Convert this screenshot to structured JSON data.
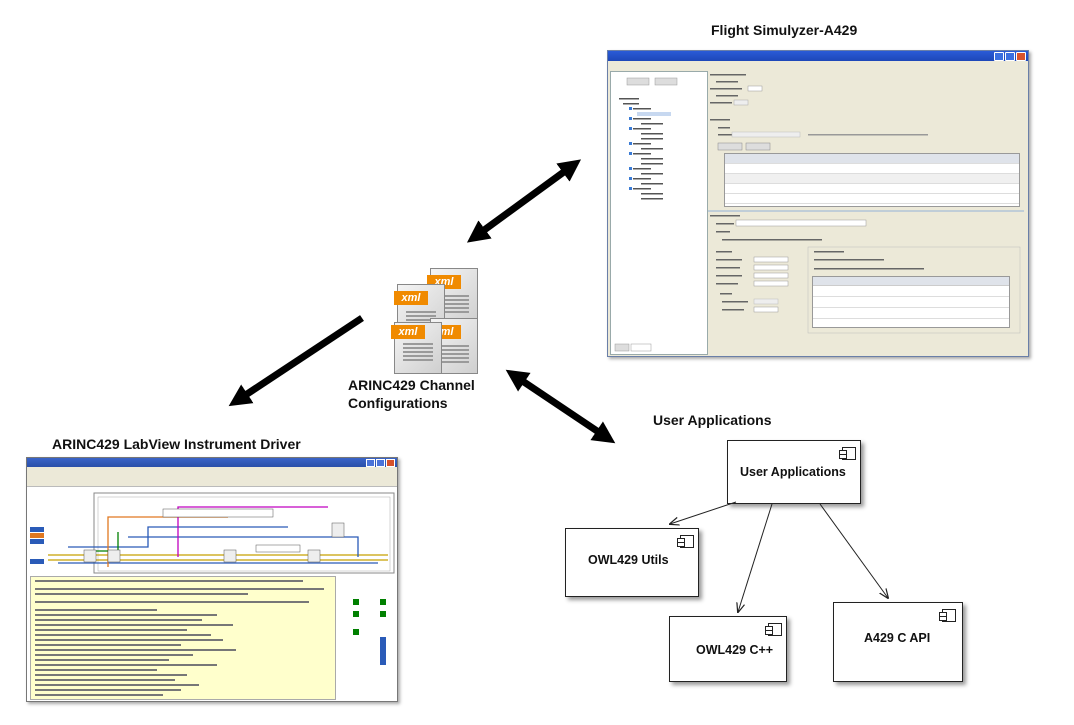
{
  "titles": {
    "flight_simulyzer": "Flight Simulyzer-A429",
    "labview_driver": "ARINC429 LabView Instrument Driver",
    "user_applications": "User Applications"
  },
  "config_label": "ARINC429 Channel Configurations",
  "xml_icons": [
    "xml",
    "xml",
    "xml"
  ],
  "components": {
    "user_applications": "User Applications",
    "owl429_utils": "OWL429 Utils",
    "owl429_cpp": "OWL429 C++",
    "a429_c_api": "A429 C API"
  },
  "colors": {
    "arrow": "#000000",
    "xml_tag": "#f08a00",
    "note_bg": "#ffffcc"
  }
}
